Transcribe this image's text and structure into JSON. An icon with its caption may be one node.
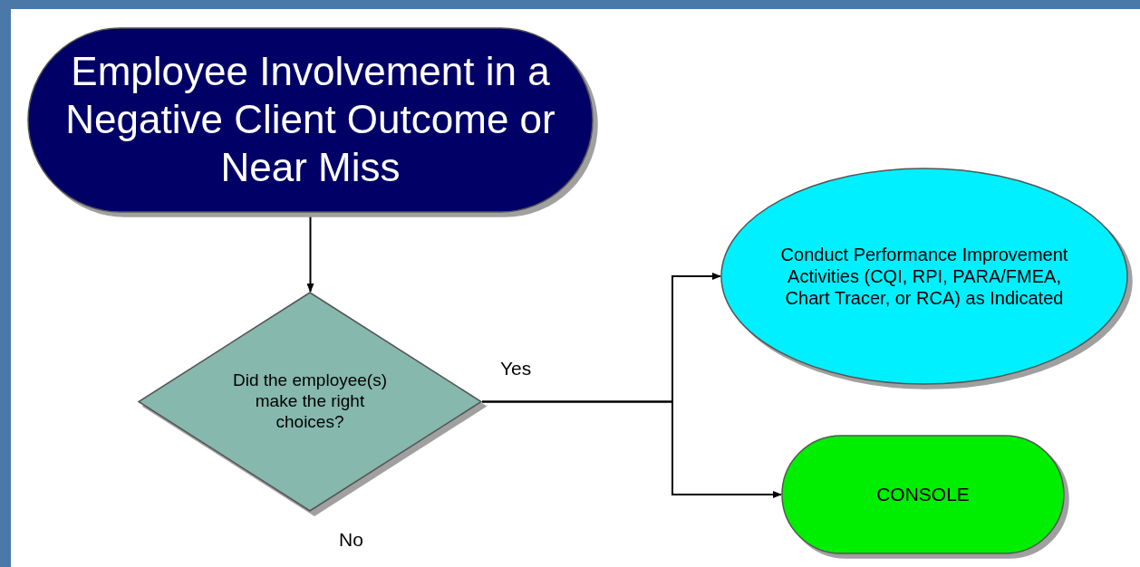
{
  "diagram": {
    "nodes": [
      {
        "text": [
          "Employee Involvement in a Negative Client Outcome or Near Miss"
        ]
      },
      {
        "text": [
          "Did the employee(s) make the right choices?"
        ]
      },
      {
        "text": [
          "Conduct Performance Improvement Activities (CQI, RPI, PARA/FMEA, Chart Tracer, or RCA) as Indicated"
        ]
      },
      {
        "text": [
          "CONSOLE"
        ]
      }
    ],
    "edges": [
      {
        "from": 0,
        "to": 1,
        "arrow": "to"
      },
      {
        "from": 1,
        "to": 2,
        "arrow": "to",
        "label": "Yes"
      },
      {
        "from": 1,
        "to": 3,
        "arrow": "to"
      }
    ],
    "labels": [
      "No"
    ]
  }
}
